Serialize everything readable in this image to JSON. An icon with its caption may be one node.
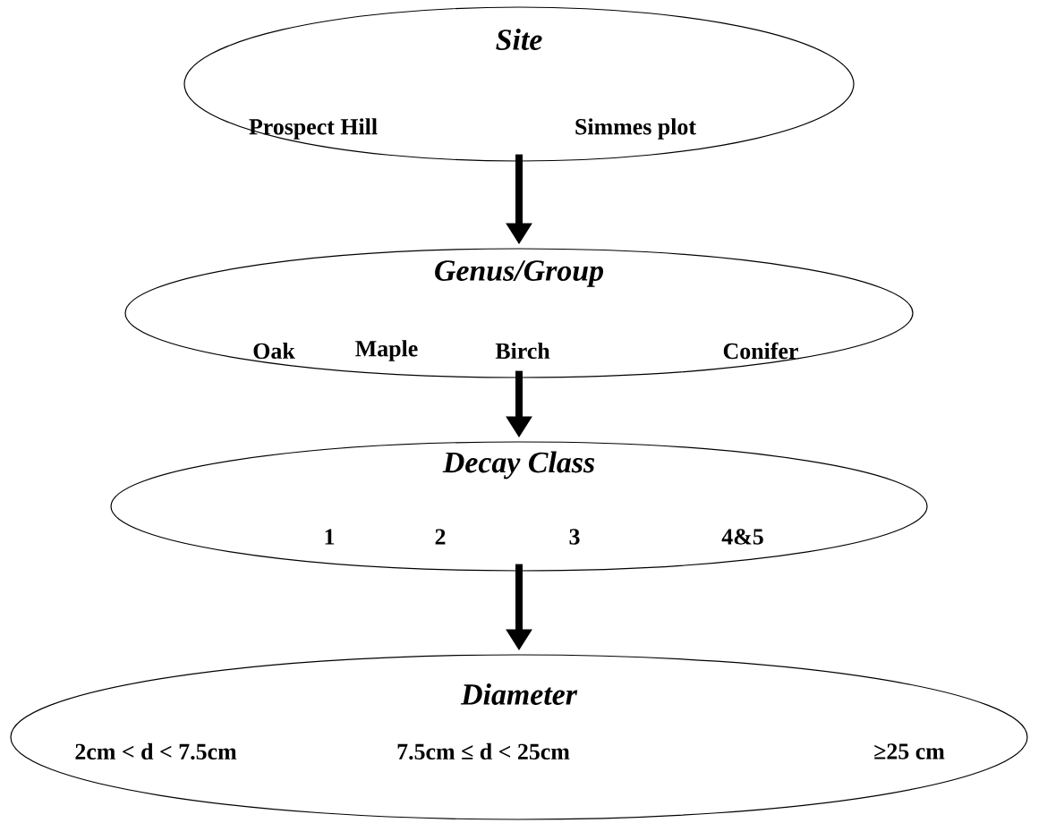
{
  "diagram": {
    "nodes": [
      {
        "text": [
          "Site",
          "Prospect Hill",
          "Simmes plot"
        ]
      },
      {
        "text": [
          "Genus/Group",
          "Oak",
          "Maple",
          "Birch",
          "Conifer"
        ]
      },
      {
        "text": [
          "Decay Class",
          "1",
          "2",
          "3",
          "4&5"
        ]
      },
      {
        "text": [
          "Diameter",
          "2cm < d < 7.5cm",
          "7.5cm ≤ d < 25cm",
          "≥25 cm"
        ]
      }
    ],
    "edges": [
      {
        "from": 0,
        "to": 1,
        "arrow": "to"
      },
      {
        "from": 1,
        "to": 2,
        "arrow": "to"
      },
      {
        "from": 2,
        "to": 3,
        "arrow": "to"
      }
    ]
  }
}
